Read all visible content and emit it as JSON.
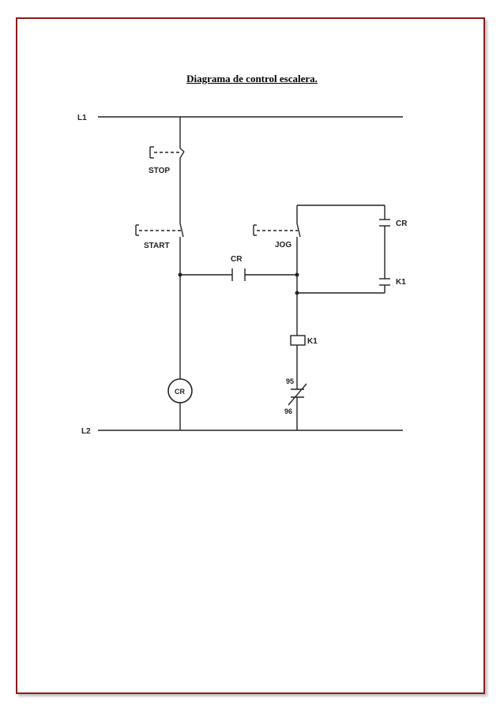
{
  "document": {
    "title": "Diagrama de control escalera."
  },
  "diagram": {
    "line_l1": "L1",
    "line_l2": "L2",
    "stop_label": "STOP",
    "start_label": "START",
    "jog_label": "JOG",
    "cr_contact_label": "CR",
    "cr_aux_label": "CR",
    "k1_aux_label": "K1",
    "k1_coil_label": "K1",
    "cr_coil_label": "CR",
    "overload_terminal_top": "95",
    "overload_terminal_bottom": "96"
  },
  "colors": {
    "frame": "#8b1a1a",
    "wire": "#222222"
  }
}
